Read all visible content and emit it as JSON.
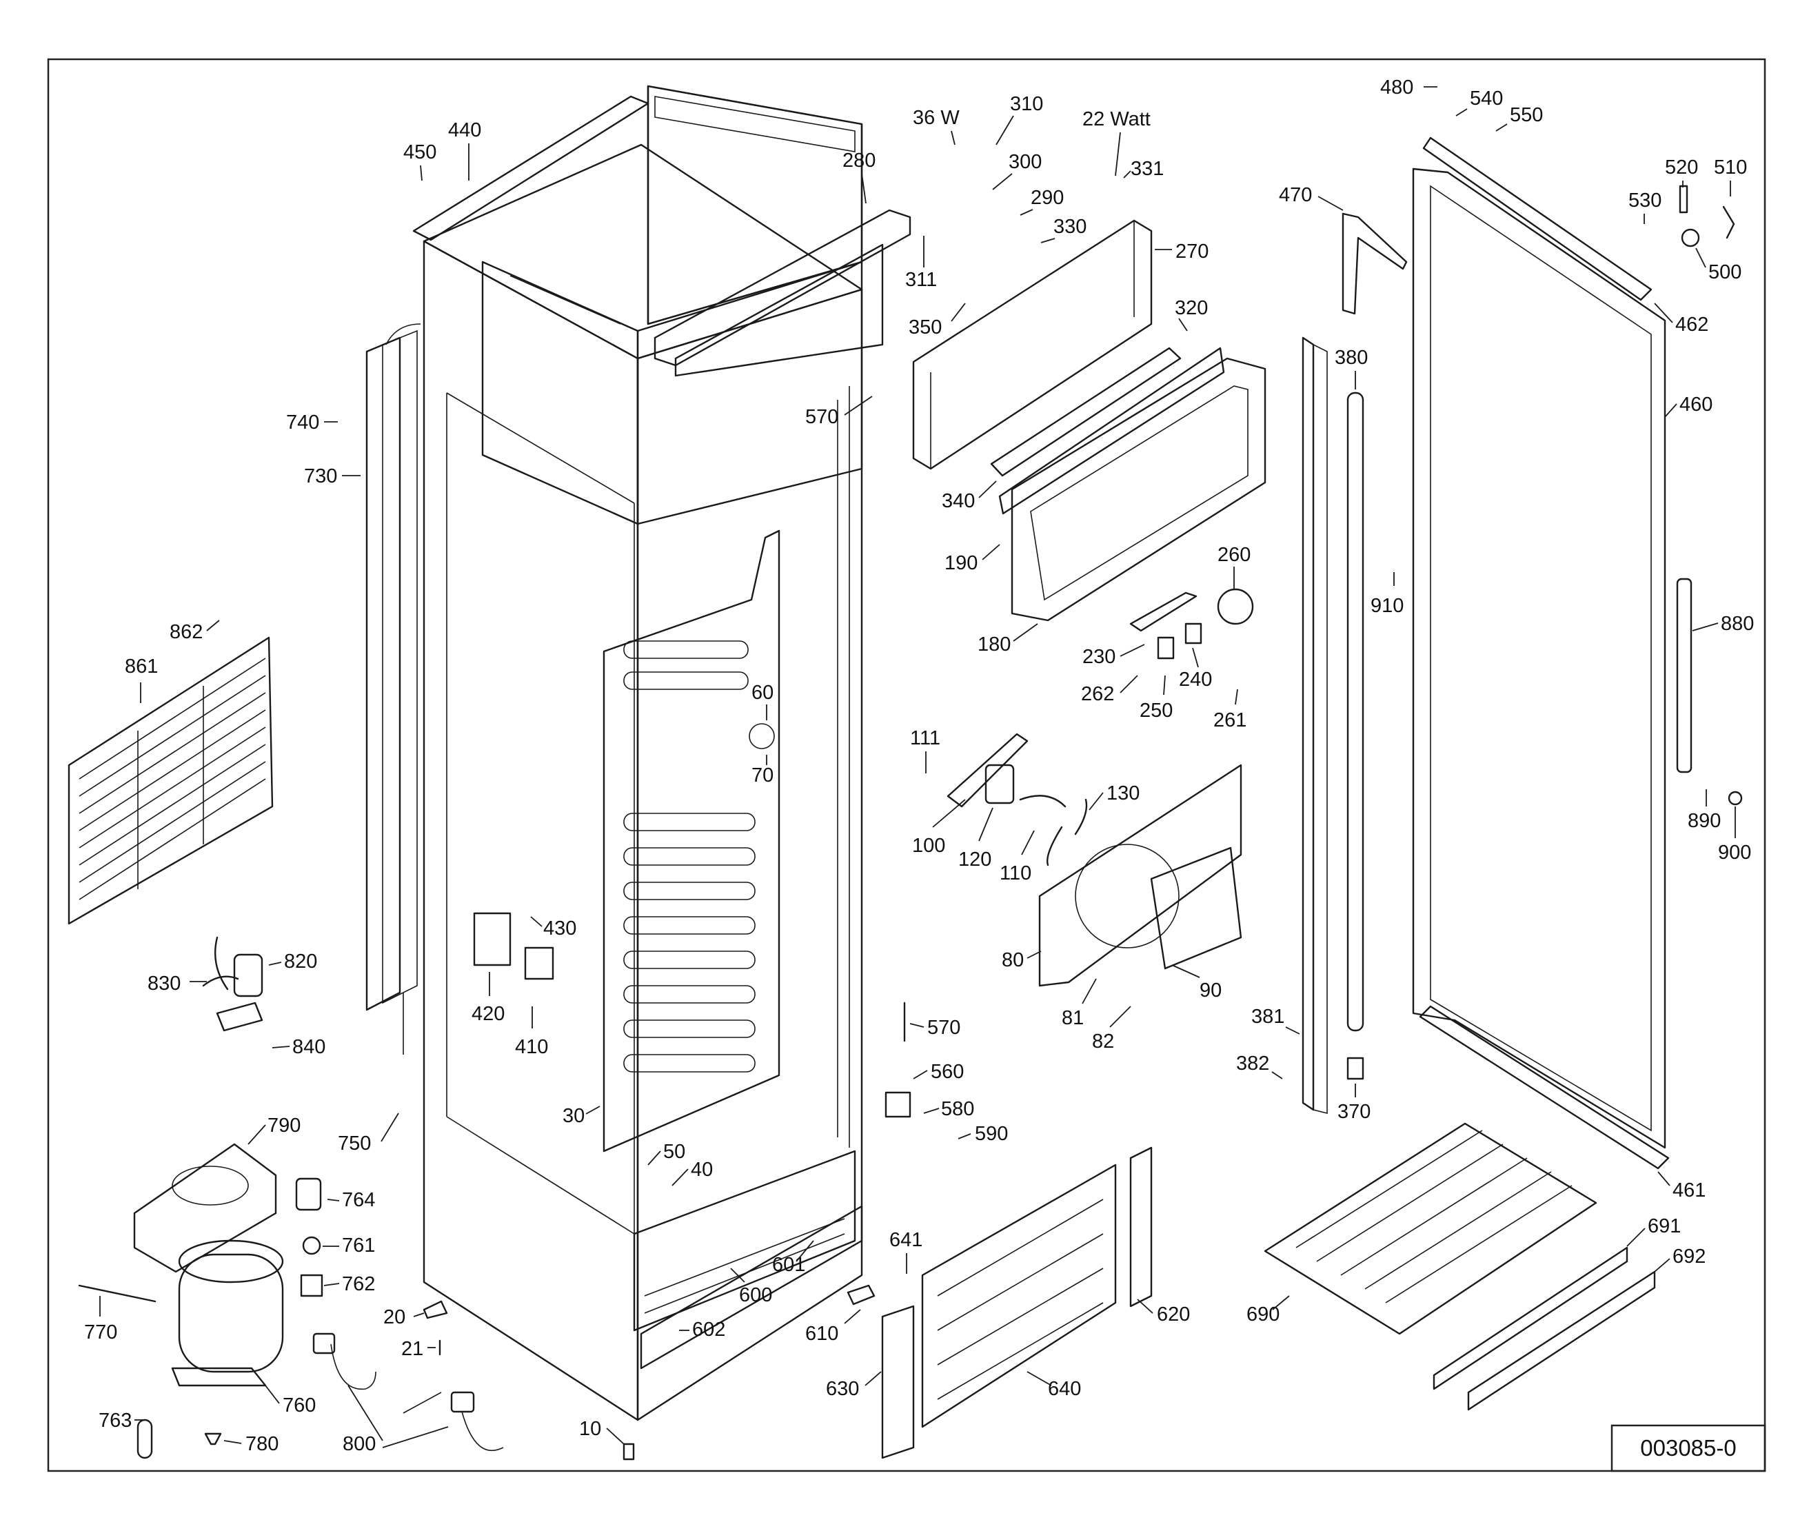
{
  "drawing_code": "003085-0",
  "callouts": [
    {
      "text": "440"
    },
    {
      "text": "450"
    },
    {
      "text": "280"
    },
    {
      "text": "36 W"
    },
    {
      "text": "310"
    },
    {
      "text": "300"
    },
    {
      "text": "290"
    },
    {
      "text": "330"
    },
    {
      "text": "311"
    },
    {
      "text": "350"
    },
    {
      "text": "22 Watt"
    },
    {
      "text": "331"
    },
    {
      "text": "270"
    },
    {
      "text": "320"
    },
    {
      "text": "570"
    },
    {
      "text": "340"
    },
    {
      "text": "190"
    },
    {
      "text": "180"
    },
    {
      "text": "740"
    },
    {
      "text": "730"
    },
    {
      "text": "862"
    },
    {
      "text": "861"
    },
    {
      "text": "60"
    },
    {
      "text": "70"
    },
    {
      "text": "260"
    },
    {
      "text": "230"
    },
    {
      "text": "262"
    },
    {
      "text": "250"
    },
    {
      "text": "240"
    },
    {
      "text": "261"
    },
    {
      "text": "111"
    },
    {
      "text": "100"
    },
    {
      "text": "120"
    },
    {
      "text": "110"
    },
    {
      "text": "130"
    },
    {
      "text": "80"
    },
    {
      "text": "81"
    },
    {
      "text": "82"
    },
    {
      "text": "90"
    },
    {
      "text": "430"
    },
    {
      "text": "420"
    },
    {
      "text": "410"
    },
    {
      "text": "830"
    },
    {
      "text": "820"
    },
    {
      "text": "840"
    },
    {
      "text": "570"
    },
    {
      "text": "560"
    },
    {
      "text": "580"
    },
    {
      "text": "590"
    },
    {
      "text": "30"
    },
    {
      "text": "50"
    },
    {
      "text": "40"
    },
    {
      "text": "750"
    },
    {
      "text": "790"
    },
    {
      "text": "764"
    },
    {
      "text": "761"
    },
    {
      "text": "762"
    },
    {
      "text": "770"
    },
    {
      "text": "760"
    },
    {
      "text": "763"
    },
    {
      "text": "780"
    },
    {
      "text": "800"
    },
    {
      "text": "20"
    },
    {
      "text": "21"
    },
    {
      "text": "10"
    },
    {
      "text": "601"
    },
    {
      "text": "600"
    },
    {
      "text": "602"
    },
    {
      "text": "641"
    },
    {
      "text": "610"
    },
    {
      "text": "630"
    },
    {
      "text": "640"
    },
    {
      "text": "620"
    },
    {
      "text": "470"
    },
    {
      "text": "380"
    },
    {
      "text": "910"
    },
    {
      "text": "381"
    },
    {
      "text": "382"
    },
    {
      "text": "370"
    },
    {
      "text": "480"
    },
    {
      "text": "540"
    },
    {
      "text": "550"
    },
    {
      "text": "520"
    },
    {
      "text": "510"
    },
    {
      "text": "530"
    },
    {
      "text": "500"
    },
    {
      "text": "462"
    },
    {
      "text": "460"
    },
    {
      "text": "880"
    },
    {
      "text": "890"
    },
    {
      "text": "900"
    },
    {
      "text": "461"
    },
    {
      "text": "691"
    },
    {
      "text": "692"
    },
    {
      "text": "690"
    }
  ]
}
